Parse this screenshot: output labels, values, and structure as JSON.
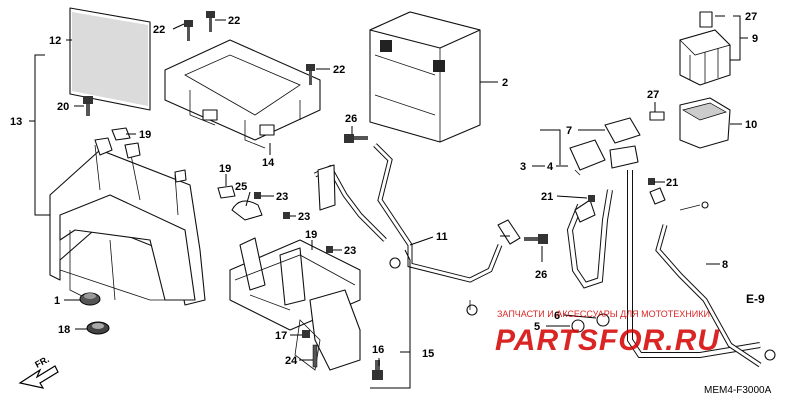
{
  "diagram": {
    "code": "MEM4-F3000A",
    "page_ref": "E-9",
    "direction_label": "FR.",
    "watermark": {
      "top_text": "ЗАПЧАСТИ И АКСЕССУАРЫ ДЛЯ МОТОТЕХНИКИ",
      "main_text": "PARTSFOR.RU",
      "color": "#d40000"
    },
    "callouts": [
      {
        "id": "c12",
        "text": "12"
      },
      {
        "id": "c13",
        "text": "13"
      },
      {
        "id": "c20",
        "text": "20"
      },
      {
        "id": "c19a",
        "text": "19"
      },
      {
        "id": "c1",
        "text": "1"
      },
      {
        "id": "c18",
        "text": "18"
      },
      {
        "id": "c22a",
        "text": "22"
      },
      {
        "id": "c22b",
        "text": "22"
      },
      {
        "id": "c22c",
        "text": "22"
      },
      {
        "id": "c14",
        "text": "14"
      },
      {
        "id": "c2",
        "text": "2"
      },
      {
        "id": "c26a",
        "text": "26"
      },
      {
        "id": "c19b",
        "text": "19"
      },
      {
        "id": "c25",
        "text": "25"
      },
      {
        "id": "c23a",
        "text": "23"
      },
      {
        "id": "c23b",
        "text": "23"
      },
      {
        "id": "c23c",
        "text": "23"
      },
      {
        "id": "c19c",
        "text": "19"
      },
      {
        "id": "c11",
        "text": "11"
      },
      {
        "id": "c17",
        "text": "17"
      },
      {
        "id": "c24",
        "text": "24"
      },
      {
        "id": "c16",
        "text": "16"
      },
      {
        "id": "c15",
        "text": "15"
      },
      {
        "id": "c3",
        "text": "3"
      },
      {
        "id": "c7",
        "text": "7"
      },
      {
        "id": "c4",
        "text": "4"
      },
      {
        "id": "c21a",
        "text": "21"
      },
      {
        "id": "c21b",
        "text": "21"
      },
      {
        "id": "c26b",
        "text": "26"
      },
      {
        "id": "c6",
        "text": "6"
      },
      {
        "id": "c5",
        "text": "5"
      },
      {
        "id": "c8",
        "text": "8"
      },
      {
        "id": "c27a",
        "text": "27"
      },
      {
        "id": "c27b",
        "text": "27"
      },
      {
        "id": "c9",
        "text": "9"
      },
      {
        "id": "c10",
        "text": "10"
      }
    ]
  }
}
